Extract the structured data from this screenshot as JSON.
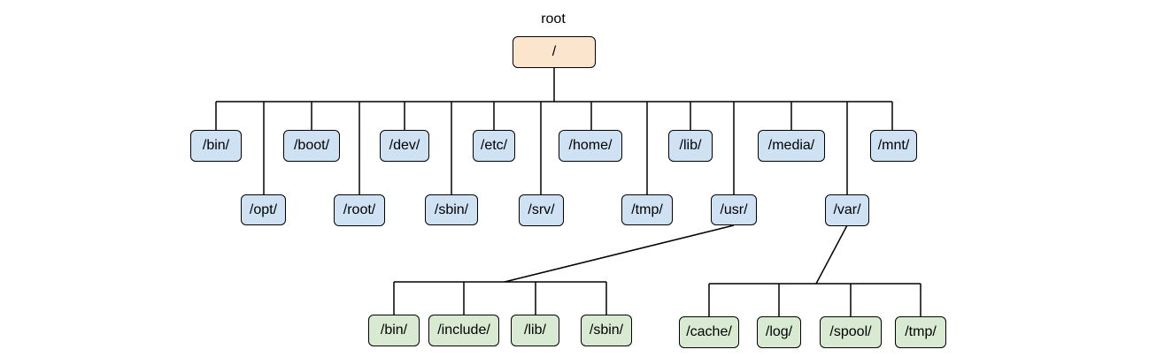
{
  "root": {
    "caption": "root",
    "label": "/"
  },
  "top_level": [
    "/bin/",
    "/opt/",
    "/boot/",
    "/root/",
    "/dev/",
    "/sbin/",
    "/etc/",
    "/srv/",
    "/home/",
    "/tmp/",
    "/lib/",
    "/usr/",
    "/media/",
    "/var/",
    "/mnt/"
  ],
  "usr_children": [
    "/bin/",
    "/include/",
    "/lib/",
    "/sbin/"
  ],
  "var_children": [
    "/cache/",
    "/log/",
    "/spool/",
    "/tmp/"
  ],
  "colors": {
    "root_fill": "#fce5cd",
    "top_fill": "#cfe2f3",
    "sub_fill": "#d9ead3",
    "stroke": "#000000"
  }
}
